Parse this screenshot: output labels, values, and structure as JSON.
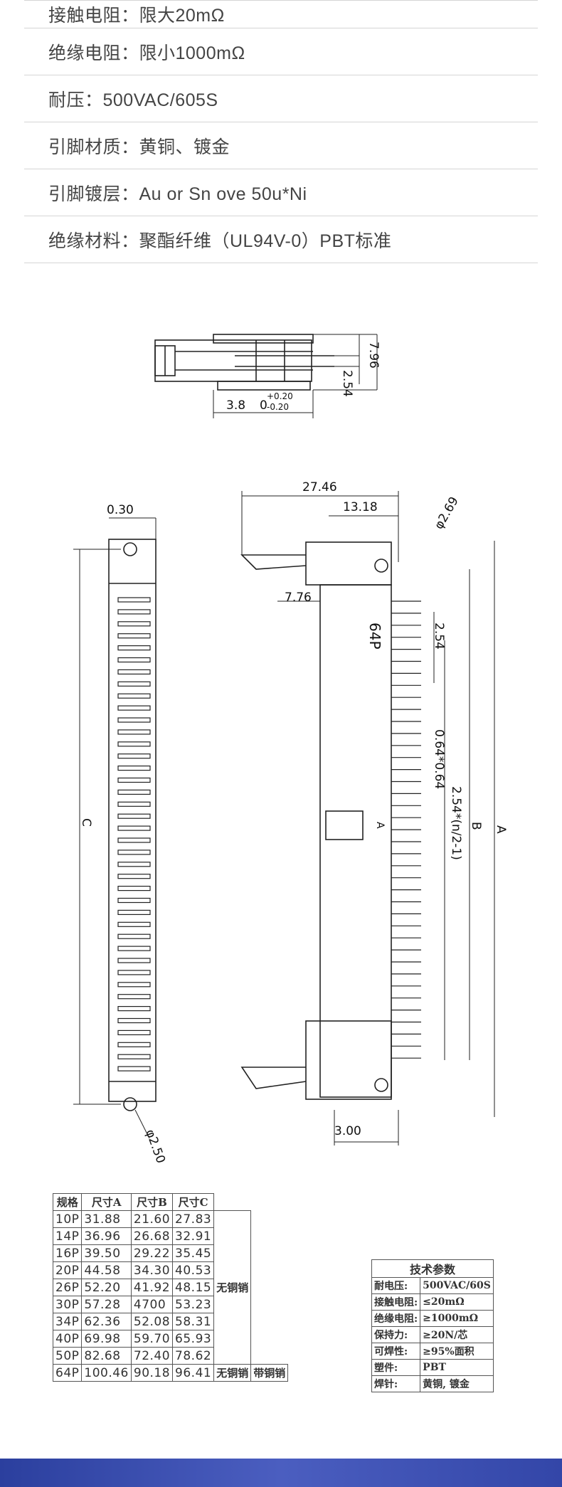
{
  "specs": [
    "接触电阻：限大20mΩ",
    "绝缘电阻：限小1000mΩ",
    "耐压：500VAC/605S",
    "引脚材质：黄铜、镀金",
    "引脚镀层：Au or Sn ove 50u*Ni",
    "绝缘材料：聚酯纤维（UL94V-0）PBT标准"
  ],
  "drawing": {
    "side_view": {
      "dim_pitch": "2.54",
      "dim_height": "7.96",
      "dim_base": "3.8",
      "dim_tol_value": "0",
      "dim_tol_plus": "+0.20",
      "dim_tol_minus": "-0.20"
    },
    "front_view": {
      "dim_width": "0.30",
      "dim_c": "C",
      "dim_hole": "φ2.50"
    },
    "top_view": {
      "dim_27": "27.46",
      "dim_13": "13.18",
      "dim_hole": "φ2.69",
      "dim_776": "7.76",
      "label_64p": "64P",
      "dim_254": "2.54",
      "dim_064": "0.64*0.64",
      "dim_pitch_formula": "2.54*(n/2-1)",
      "dim_b": "B",
      "dim_a": "A",
      "dim_300": "3.00",
      "mark_a": "A"
    }
  },
  "size_table": {
    "headers": [
      "规格",
      "尺寸A",
      "尺寸B",
      "尺寸C"
    ],
    "rows": [
      [
        "10P",
        "31.88",
        "21.60",
        "27.83"
      ],
      [
        "14P",
        "36.96",
        "26.68",
        "32.91"
      ],
      [
        "16P",
        "39.50",
        "29.22",
        "35.45"
      ],
      [
        "20P",
        "44.58",
        "34.30",
        "40.53"
      ],
      [
        "26P",
        "52.20",
        "41.92",
        "48.15"
      ],
      [
        "30P",
        "57.28",
        "4700",
        "53.23"
      ],
      [
        "34P",
        "62.36",
        "52.08",
        "58.31"
      ],
      [
        "40P",
        "69.98",
        "59.70",
        "65.93"
      ],
      [
        "50P",
        "82.68",
        "72.40",
        "78.62"
      ],
      [
        "64P",
        "100.46",
        "90.18",
        "96.41"
      ]
    ],
    "note_no_pin": "无铜销",
    "note_last_no": "无铜销",
    "note_last_with": "带铜销"
  },
  "tech_table": {
    "title": "技术参数",
    "rows": [
      [
        "耐电压:",
        "500VAC/60S"
      ],
      [
        "接触电阻:",
        "≤20mΩ"
      ],
      [
        "绝缘电阻:",
        "≥1000mΩ"
      ],
      [
        "保持力:",
        "≥20N/芯"
      ],
      [
        "可焊性:",
        "≥95%面积"
      ],
      [
        "塑件:",
        "PBT"
      ],
      [
        "焊针:",
        "黄铜, 镀金"
      ]
    ]
  },
  "colors": {
    "footer": "#3a4db0",
    "divider": "#d5d5d5"
  }
}
